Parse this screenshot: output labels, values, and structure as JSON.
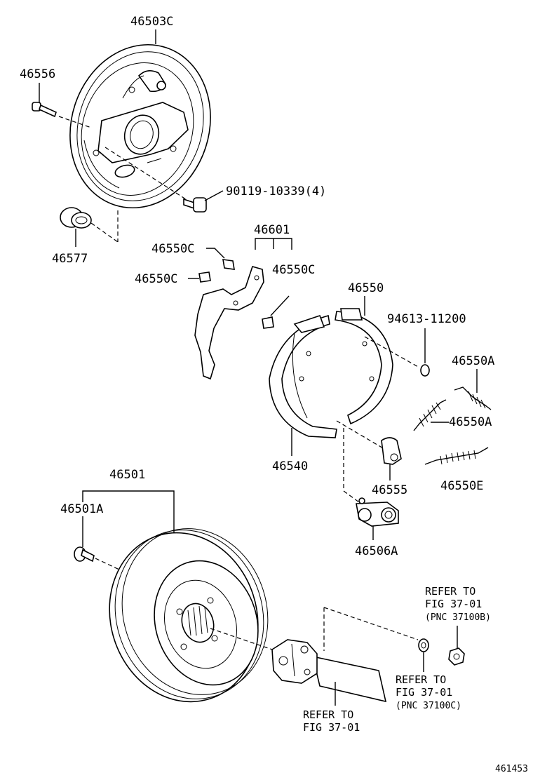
{
  "labels": {
    "p46503C": "46503C",
    "p46556": "46556",
    "p90119": "90119-10339(4)",
    "p46577": "46577",
    "p46601": "46601",
    "p46550C_a": "46550C",
    "p46550C_b": "46550C",
    "p46550C_c": "46550C",
    "p46550": "46550",
    "p94613": "94613-11200",
    "p46550A_a": "46550A",
    "p46550A_b": "46550A",
    "p46540": "46540",
    "p46555": "46555",
    "p46550E": "46550E",
    "p46501": "46501",
    "p46501A": "46501A",
    "p46506A": "46506A"
  },
  "refs": {
    "ref1": {
      "line1": "REFER TO",
      "line2": "FIG 37-01",
      "line3": "(PNC 37100B)"
    },
    "ref2": {
      "line1": "REFER TO",
      "line2": "FIG 37-01",
      "line3": "(PNC 37100C)"
    },
    "ref3": {
      "line1": "REFER TO",
      "line2": "FIG 37-01"
    }
  },
  "diagram_id": "461453"
}
